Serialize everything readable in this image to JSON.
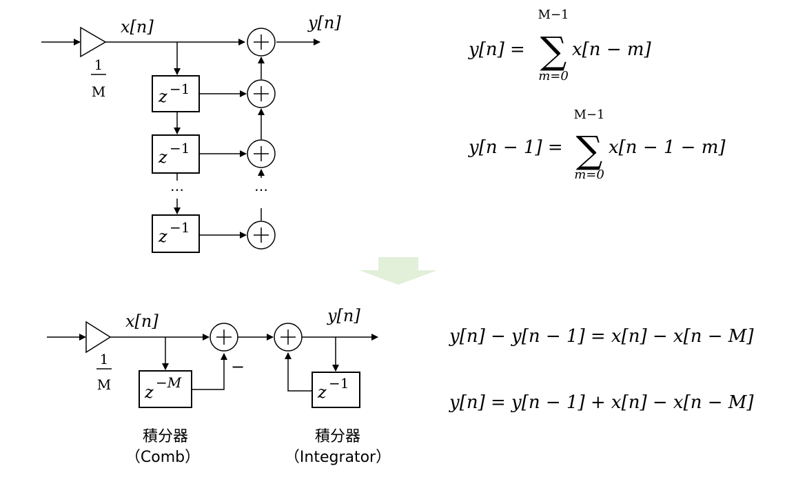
{
  "top_diagram": {
    "input_label": "x[n]",
    "output_label": "y[n]",
    "gain_num": "1",
    "gain_den": "M",
    "delay_label": "z",
    "delay_exp": "−1",
    "ellipsis": "⋯",
    "vdots": "⋮"
  },
  "top_equations": {
    "eq1_lhs": "y[n] =",
    "eq1_sum_top": "M−1",
    "eq1_sum_bottom": "m=0",
    "eq1_rhs": "x[n − m]",
    "eq2_lhs": "y[n − 1] =",
    "eq2_sum_top": "M−1",
    "eq2_sum_bottom": "m=0",
    "eq2_rhs": "x[n − 1 − m]"
  },
  "transition_arrow_color": "#e2efd9",
  "bottom_diagram": {
    "input_label": "x[n]",
    "output_label": "y[n]",
    "gain_num": "1",
    "gain_den": "M",
    "comb_delay_label": "z",
    "comb_delay_exp": "−M",
    "int_delay_label": "z",
    "int_delay_exp": "−1",
    "minus_sign": "−",
    "comb_caption_line1": "積分器",
    "comb_caption_line2": "（Comb）",
    "int_caption_line1": "積分器",
    "int_caption_line2": "（Integrator）"
  },
  "bottom_equations": {
    "eq3": "y[n] − y[n − 1] = x[n] − x[n − M]",
    "eq4": "y[n] = y[n − 1] + x[n] − x[n − M]"
  }
}
